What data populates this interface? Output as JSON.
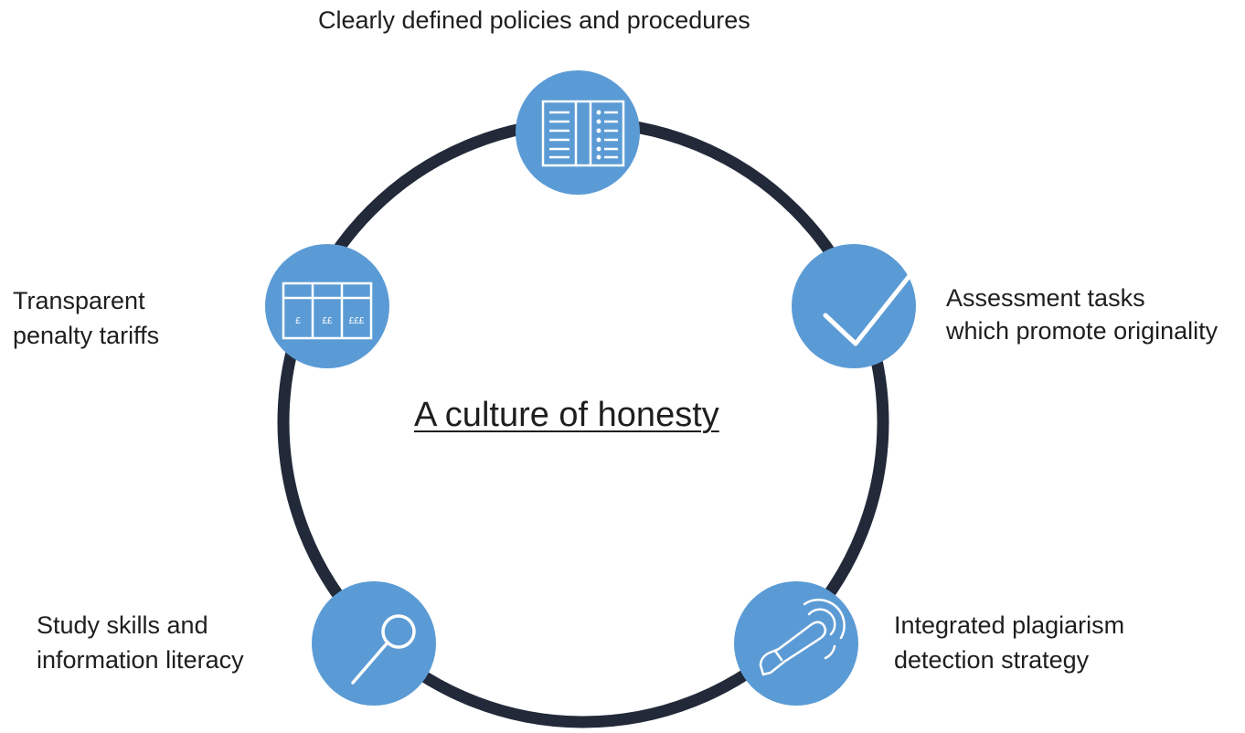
{
  "center_title": "A culture of honesty",
  "colors": {
    "ring": "#222a3a",
    "node_fill": "#5b9bd5",
    "icon_stroke": "#ffffff",
    "text": "#1e1e1e"
  },
  "nodes": [
    {
      "id": "policies",
      "icon": "open-book-icon",
      "label_lines": [
        "Clearly defined policies and procedures"
      ]
    },
    {
      "id": "assessment",
      "icon": "checkmark-icon",
      "label_lines": [
        "Assessment tasks",
        "which promote originality"
      ]
    },
    {
      "id": "detection",
      "icon": "scanner-wand-icon",
      "label_lines": [
        "Integrated plagiarism",
        "detection strategy"
      ]
    },
    {
      "id": "study-skills",
      "icon": "magnifier-icon",
      "label_lines": [
        "Study skills and",
        "information literacy"
      ]
    },
    {
      "id": "tariffs",
      "icon": "tariff-table-icon",
      "label_lines": [
        "Transparent",
        "penalty tariffs"
      ],
      "tariff_marks": [
        "£",
        "££",
        "£££"
      ]
    }
  ]
}
